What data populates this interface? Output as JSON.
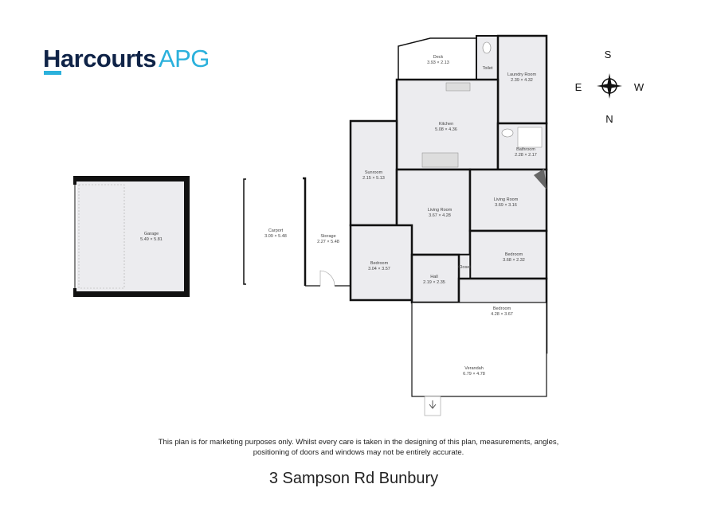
{
  "logo": {
    "brand": "Harcourts",
    "suffix": "APG"
  },
  "rooms": {
    "garage": {
      "name": "Garage",
      "size": "5.49 × 5.81"
    },
    "carport": {
      "name": "Carport",
      "size": "3.09 × 5.48"
    },
    "storage": {
      "name": "Storage",
      "size": "2.27 × 5.48"
    },
    "deck": {
      "name": "Deck",
      "size": "3.93 × 2.13"
    },
    "toilet": {
      "name": "Toilet"
    },
    "laundry": {
      "name": "Laundry Room",
      "size": "2.39 × 4.32"
    },
    "kitchen": {
      "name": "Kitchen",
      "size": "5.08 × 4.36"
    },
    "bathroom": {
      "name": "Bathroom",
      "size": "2.28 × 2.17"
    },
    "sunroom": {
      "name": "Sunroom",
      "size": "2.15 × 5.13"
    },
    "living1": {
      "name": "Living Room",
      "size": "3.67 × 4.28"
    },
    "living2": {
      "name": "Living Room",
      "size": "3.69 × 3.16"
    },
    "bedroom1": {
      "name": "Bedroom",
      "size": "3.68 × 2.32"
    },
    "bedroom2": {
      "name": "Bedroom",
      "size": "3.04 × 3.57"
    },
    "closet": {
      "name": "Closet"
    },
    "hall": {
      "name": "Hall",
      "size": "2.19 × 2.35"
    },
    "bedroom3": {
      "name": "Bedroom",
      "size": "4.28 × 3.67"
    },
    "verandah": {
      "name": "Verandah",
      "size": "6.79 × 4.78"
    }
  },
  "compass": {
    "top": "S",
    "left": "E",
    "right": "W",
    "bottom": "N"
  },
  "disclaimer": {
    "line1": "This plan is for marketing purposes only. Whilst every care is taken in the designing of this plan, measurements, angles,",
    "line2": "positioning of doors and windows may not be entirely accurate."
  },
  "address": "3 Sampson Rd Bunbury"
}
